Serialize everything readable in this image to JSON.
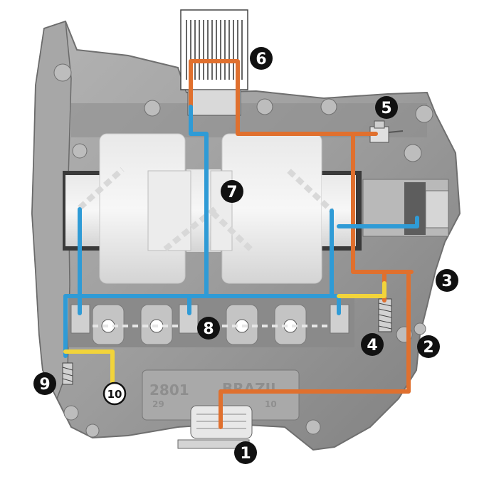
{
  "colors": {
    "pressure_line": "#e0702e",
    "return_line": "#2f9bd6",
    "bypass_line": "#f2d43a",
    "casting": "#9a9a9a",
    "marker": "#111111"
  },
  "markers": [
    {
      "id": "m1",
      "label": "1"
    },
    {
      "id": "m2",
      "label": "2"
    },
    {
      "id": "m3",
      "label": "3"
    },
    {
      "id": "m4",
      "label": "4"
    },
    {
      "id": "m5",
      "label": "5"
    },
    {
      "id": "m6",
      "label": "6"
    },
    {
      "id": "m7",
      "label": "7"
    },
    {
      "id": "m8",
      "label": "8"
    },
    {
      "id": "m9",
      "label": "9"
    },
    {
      "id": "m10",
      "label": "10"
    }
  ],
  "casting_text": {
    "part_number": "2801",
    "country": "BRAZIL",
    "mold_a": "29",
    "mold_b": "10"
  }
}
